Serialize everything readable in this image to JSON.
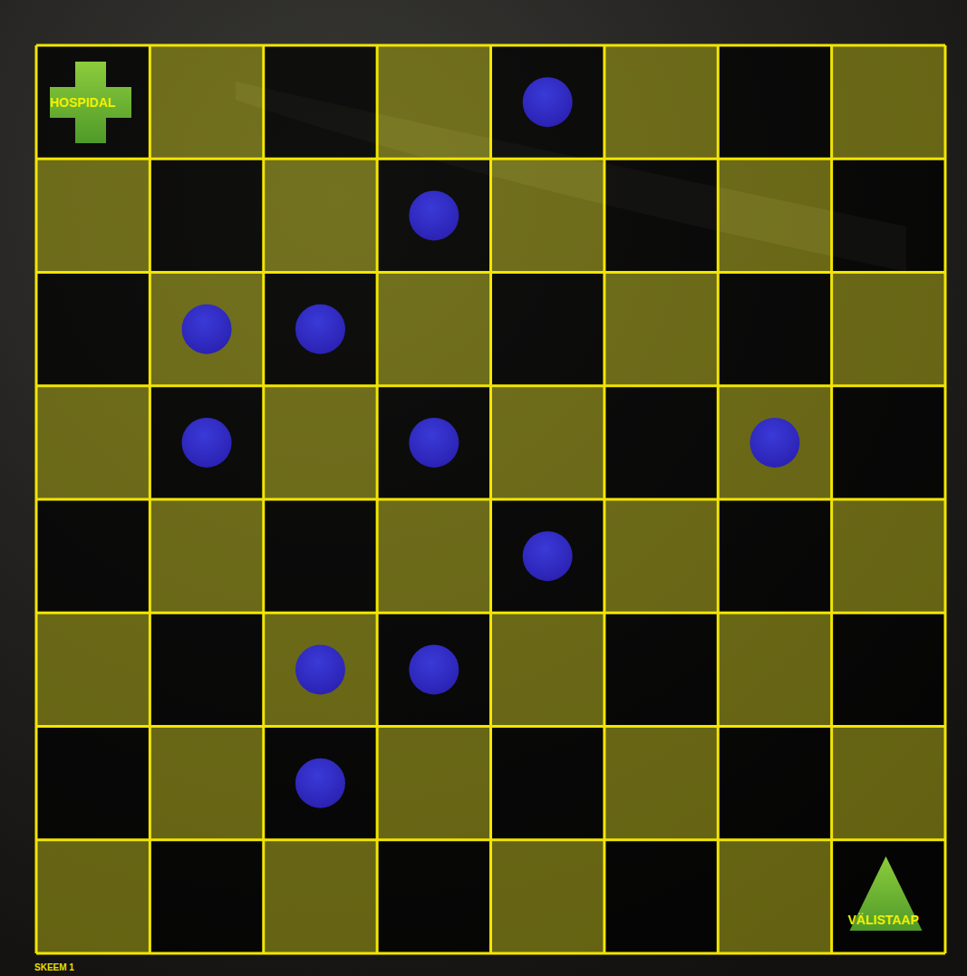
{
  "diagram": {
    "nodes": [
      {
        "text": [
          "HOSPIDAL"
        ]
      },
      {
        "text": [
          "VÄLISTAAP"
        ]
      }
    ],
    "labels": [
      "SKEEM 1"
    ]
  }
}
